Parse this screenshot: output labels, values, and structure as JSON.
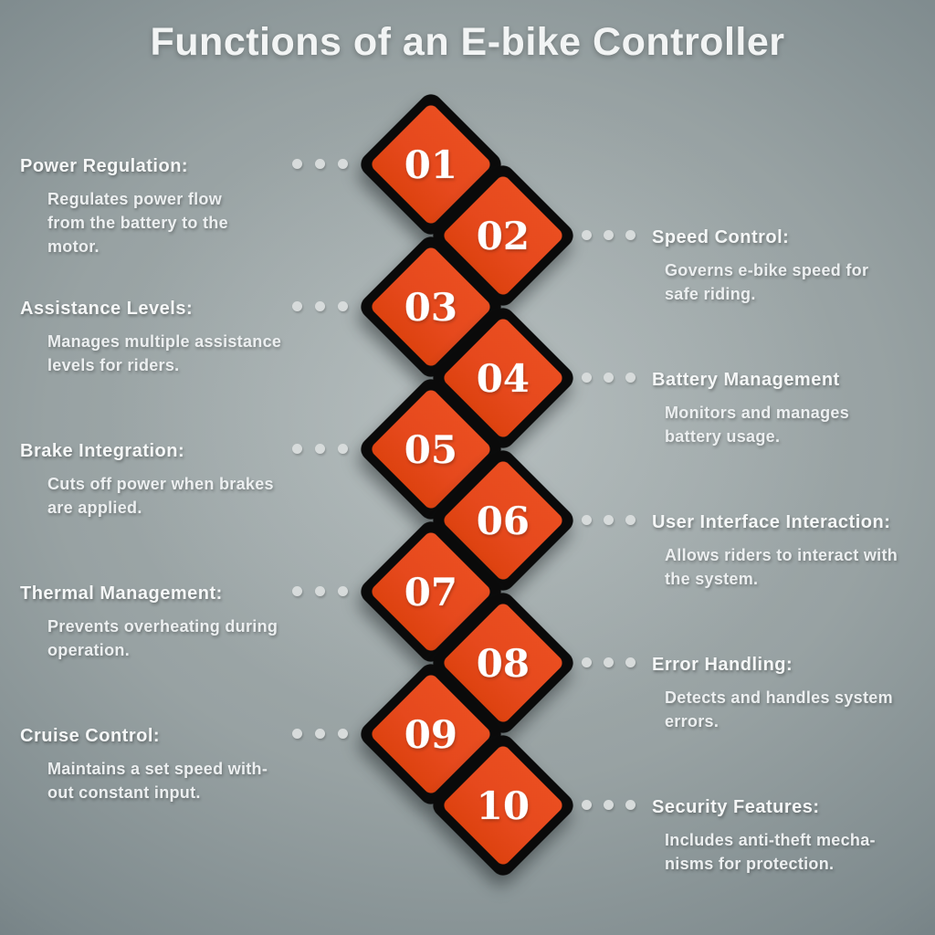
{
  "title": "Functions of an E-bike Controller",
  "colors": {
    "diamond": "#e6491d",
    "diamond_border": "#0a0a0a",
    "dot": "#d7dbdb",
    "heading_text": "#f5f7f7",
    "body_text": "#eceff0",
    "title_text": "#f2f4f4"
  },
  "items": [
    {
      "num": "01",
      "side": "left",
      "title": "Power Regulation:",
      "desc": "Regulates power flow\nfrom the battery to the\nmotor."
    },
    {
      "num": "02",
      "side": "right",
      "title": "Speed Control:",
      "desc": "Governs e-bike speed for\nsafe riding."
    },
    {
      "num": "03",
      "side": "left",
      "title": "Assistance Levels:",
      "desc": "Manages multiple assistance\nlevels for riders."
    },
    {
      "num": "04",
      "side": "right",
      "title": "Battery Management",
      "desc": "Monitors and manages\nbattery usage."
    },
    {
      "num": "05",
      "side": "left",
      "title": "Brake Integration:",
      "desc": "Cuts off power when brakes\nare applied."
    },
    {
      "num": "06",
      "side": "right",
      "title": "User Interface Interaction:",
      "desc": "Allows riders to interact with\nthe system."
    },
    {
      "num": "07",
      "side": "left",
      "title": "Thermal Management:",
      "desc": "Prevents overheating during\noperation."
    },
    {
      "num": "08",
      "side": "right",
      "title": "Error Handling:",
      "desc": "Detects and handles system\nerrors."
    },
    {
      "num": "09",
      "side": "left",
      "title": "Cruise Control:",
      "desc": "Maintains a set speed with-\nout constant input."
    },
    {
      "num": "10",
      "side": "right",
      "title": "Security Features:",
      "desc": "Includes anti-theft mecha-\nnisms for protection."
    }
  ]
}
